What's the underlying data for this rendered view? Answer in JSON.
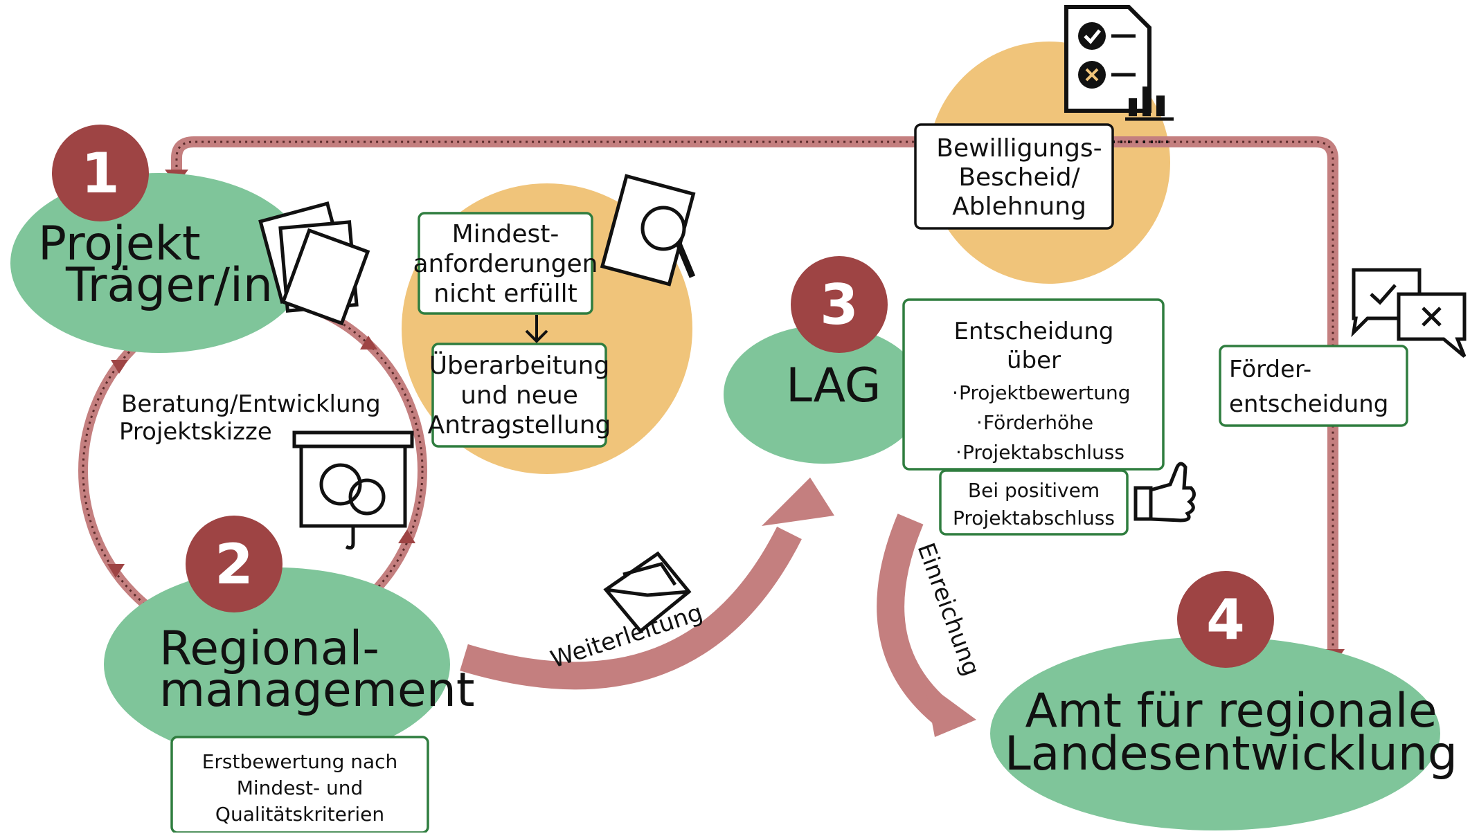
{
  "steps": [
    {
      "number": "1",
      "label_lines": [
        "Projekt",
        "Träger/in"
      ]
    },
    {
      "number": "2",
      "label_lines": [
        "Regional-",
        "management"
      ]
    },
    {
      "number": "3",
      "label_lines": [
        "LAG"
      ]
    },
    {
      "number": "4",
      "label_lines": [
        "Amt für regionale",
        "Landesentwicklung"
      ]
    }
  ],
  "cycle_label_lines": [
    "Beratung/Entwicklung",
    "Projektskizze"
  ],
  "first_assessment_lines": [
    "Erstbewertung nach",
    "Mindest- und",
    "Qualitätskriterien"
  ],
  "requirements_box_lines": [
    "Mindest-",
    "anforderungen",
    "nicht erfüllt"
  ],
  "revision_box_lines": [
    "Überarbeitung",
    "und neue",
    "Antragstellung"
  ],
  "decision_box": {
    "title_lines": [
      "Entscheidung",
      "über"
    ],
    "bullets": [
      "Projektbewertung",
      "Förderhöhe",
      "Projektabschluss"
    ]
  },
  "positive_box_lines": [
    "Bei positivem",
    "Projektabschluss"
  ],
  "approval_box_lines": [
    "Bewilligungs-",
    "Bescheid/",
    "Ablehnung"
  ],
  "funding_decision_lines": [
    "Förder-",
    "entscheidung"
  ],
  "arrow_labels": {
    "forwarding": "Weiterleitung",
    "submission": "Einreichung"
  },
  "colors": {
    "green": "#7fc59a",
    "orange": "#f0c47a",
    "red": "#9e4444",
    "arrow": "#c47f7f",
    "box_border": "#2f7d3f"
  }
}
